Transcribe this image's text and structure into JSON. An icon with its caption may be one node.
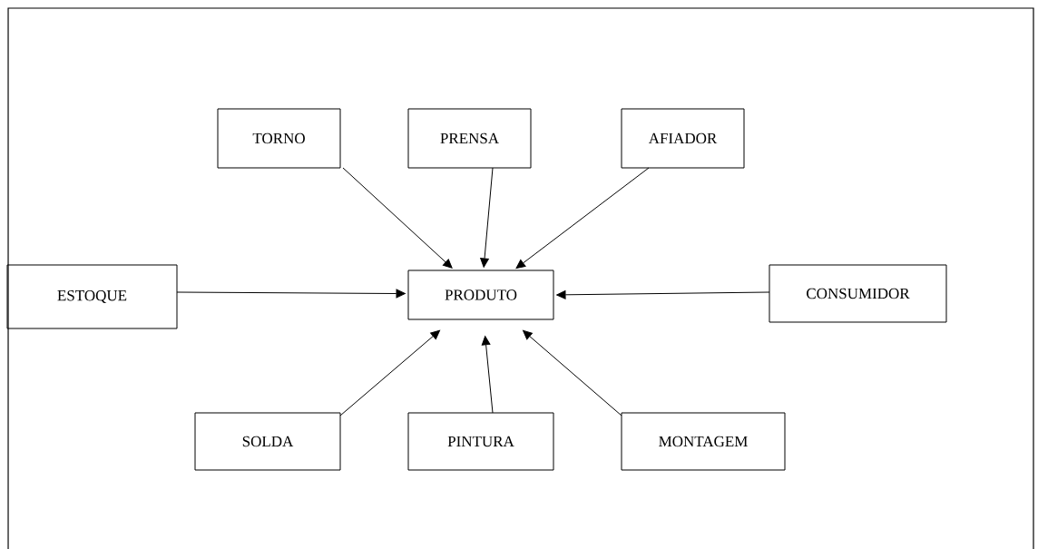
{
  "diagram": {
    "nodes": [
      {
        "text": [
          "TORNO"
        ]
      },
      {
        "text": [
          "PRENSA"
        ]
      },
      {
        "text": [
          "AFIADOR"
        ]
      },
      {
        "text": [
          "ESTOQUE"
        ]
      },
      {
        "text": [
          "PRODUTO"
        ]
      },
      {
        "text": [
          "CONSUMIDOR"
        ]
      },
      {
        "text": [
          "SOLDA"
        ]
      },
      {
        "text": [
          "PINTURA"
        ]
      },
      {
        "text": [
          "MONTAGEM"
        ]
      }
    ],
    "edges": [
      {
        "from": 0,
        "to": 4,
        "arrow": "to"
      },
      {
        "from": 1,
        "to": 4,
        "arrow": "to"
      },
      {
        "from": 2,
        "to": 4,
        "arrow": "to"
      },
      {
        "from": 3,
        "to": 4,
        "arrow": "to"
      },
      {
        "from": 5,
        "to": 4,
        "arrow": "to"
      },
      {
        "from": 6,
        "to": 4,
        "arrow": "to"
      },
      {
        "from": 7,
        "to": 4,
        "arrow": "to"
      },
      {
        "from": 8,
        "to": 4,
        "arrow": "to"
      }
    ]
  }
}
